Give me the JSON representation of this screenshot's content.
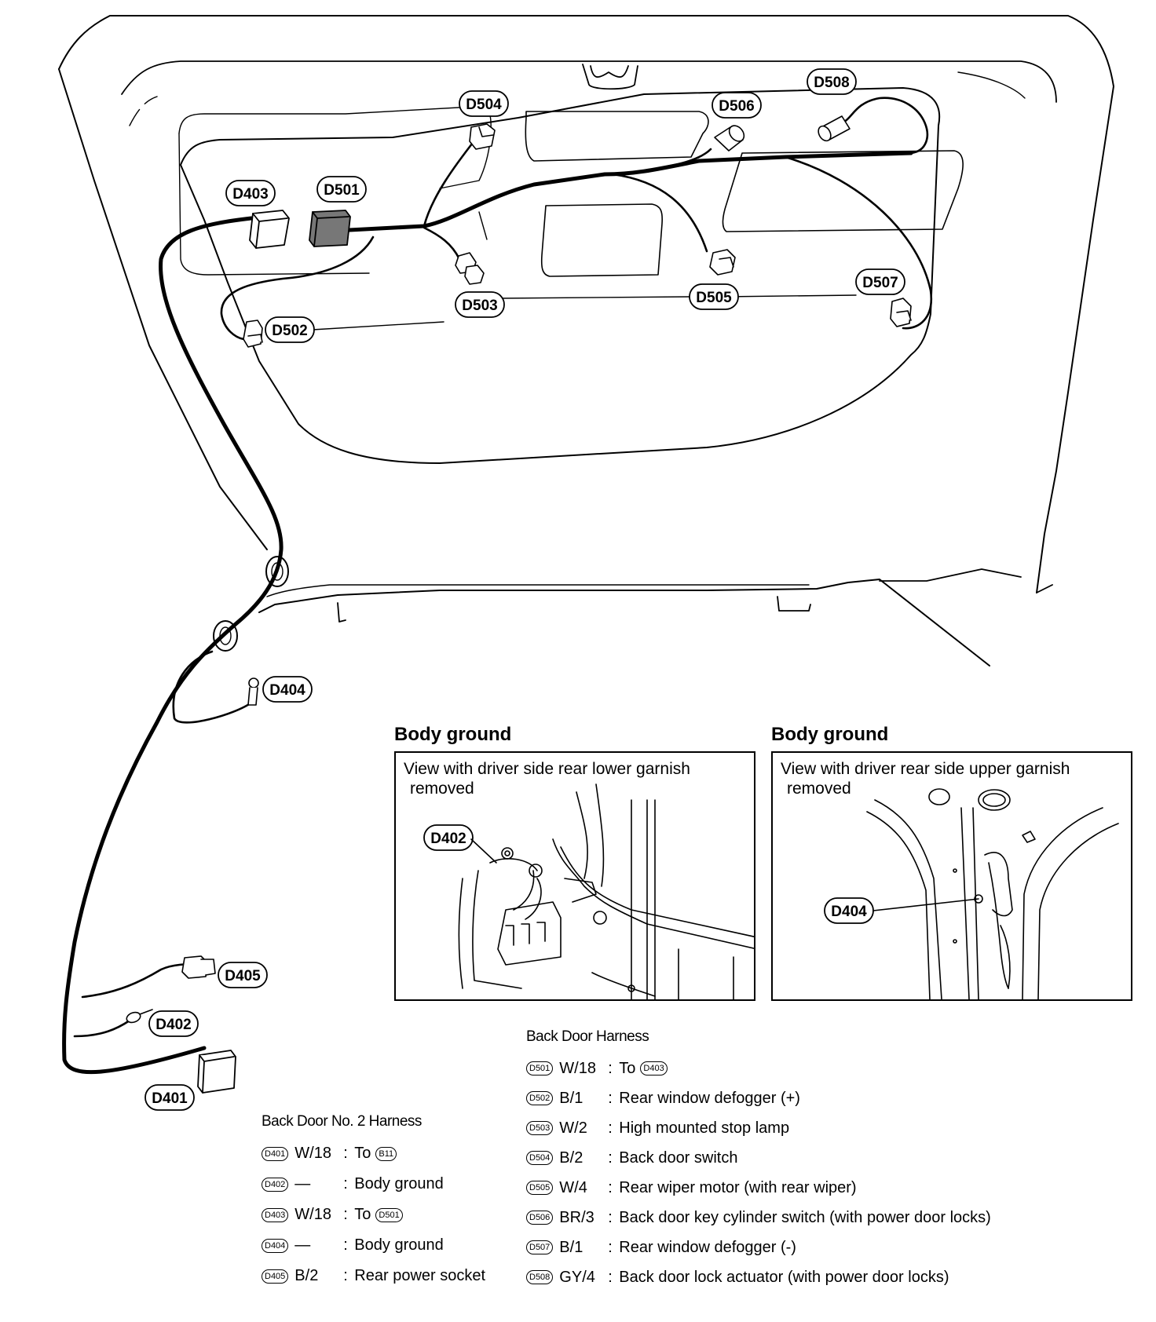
{
  "connectors": {
    "D401": "D401",
    "D402": "D402",
    "D403": "D403",
    "D404": "D404",
    "D405": "D405",
    "D501": "D501",
    "D502": "D502",
    "D503": "D503",
    "D504": "D504",
    "D505": "D505",
    "D506": "D506",
    "D507": "D507",
    "D508": "D508"
  },
  "panels": [
    {
      "title": "Body ground",
      "caption_line1": "View with driver side rear lower garnish",
      "caption_line2": "removed",
      "connector": "D402"
    },
    {
      "title": "Body ground",
      "caption_line1": "View with driver rear side upper garnish",
      "caption_line2": "removed",
      "connector": "D404"
    }
  ],
  "legend_no2": {
    "title": "Back Door No. 2 Harness",
    "rows": [
      {
        "id": "D401",
        "wire": "W/18",
        "sep": ":",
        "desc": "To",
        "ref": "B11"
      },
      {
        "id": "D402",
        "wire": "—",
        "sep": ":",
        "desc": "Body ground",
        "ref": ""
      },
      {
        "id": "D403",
        "wire": "W/18",
        "sep": ":",
        "desc": "To",
        "ref": "D501"
      },
      {
        "id": "D404",
        "wire": "—",
        "sep": ":",
        "desc": "Body ground",
        "ref": ""
      },
      {
        "id": "D405",
        "wire": "B/2",
        "sep": ":",
        "desc": "Rear power socket",
        "ref": ""
      }
    ]
  },
  "legend_back": {
    "title": "Back Door Harness",
    "rows": [
      {
        "id": "D501",
        "wire": "W/18",
        "sep": ":",
        "desc": "To",
        "ref": "D403"
      },
      {
        "id": "D502",
        "wire": "B/1",
        "sep": ":",
        "desc": "Rear window defogger (+)",
        "ref": ""
      },
      {
        "id": "D503",
        "wire": "W/2",
        "sep": ":",
        "desc": "High mounted stop lamp",
        "ref": ""
      },
      {
        "id": "D504",
        "wire": "B/2",
        "sep": ":",
        "desc": "Back door switch",
        "ref": ""
      },
      {
        "id": "D505",
        "wire": "W/4",
        "sep": ":",
        "desc": "Rear wiper motor (with rear wiper)",
        "ref": ""
      },
      {
        "id": "D506",
        "wire": "BR/3",
        "sep": ":",
        "desc": "Back door key cylinder switch (with power door locks)",
        "ref": ""
      },
      {
        "id": "D507",
        "wire": "B/1",
        "sep": ":",
        "desc": "Rear window defogger (-)",
        "ref": ""
      },
      {
        "id": "D508",
        "wire": "GY/4",
        "sep": ":",
        "desc": "Back door lock actuator (with power door locks)",
        "ref": ""
      }
    ]
  }
}
